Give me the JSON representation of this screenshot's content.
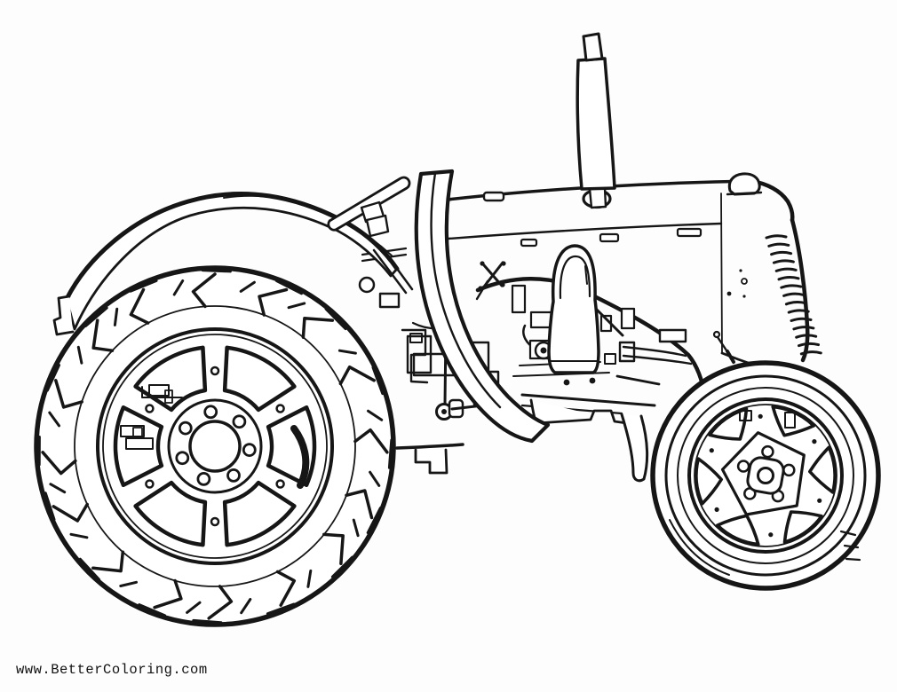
{
  "illustration": {
    "subject": "tractor side-view line drawing coloring page",
    "line_color": "#161616",
    "background_color": "#fdfdfd",
    "parts": [
      "rear-wheel",
      "rear-fender",
      "front-wheel",
      "hood",
      "front-grille",
      "fuel-cap",
      "exhaust-stack",
      "air-cleaner",
      "engine",
      "steering-wheel",
      "cowl-panel",
      "drawbar",
      "front-axle",
      "footstep"
    ]
  },
  "watermark": {
    "text": "www.BetterColoring.com",
    "color": "#111111"
  }
}
